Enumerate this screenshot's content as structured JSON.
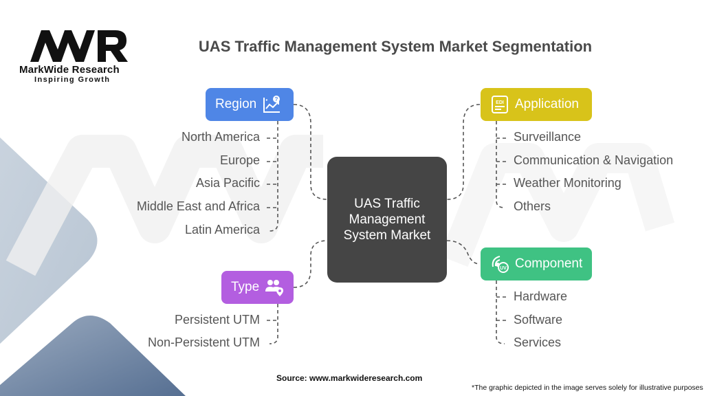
{
  "brand": {
    "logo_text": "MWR",
    "name": "MarkWide Research",
    "tagline": "Inspiring Growth"
  },
  "title": "UAS Traffic Management System Market Segmentation",
  "center": {
    "label": "UAS Traffic Management System Market"
  },
  "colors": {
    "region": "#4f86e6",
    "application": "#d8c31a",
    "type": "#b35ee0",
    "component": "#3fc283",
    "center": "#454545",
    "connector": "#555555"
  },
  "segments": {
    "region": {
      "label": "Region",
      "icon": "chart-question-icon",
      "items": [
        "North America",
        "Europe",
        "Asia Pacific",
        "Middle East and Africa",
        "Latin America"
      ]
    },
    "application": {
      "label": "Application",
      "icon": "edi-document-icon",
      "items": [
        "Surveillance",
        "Communication & Navigation",
        "Weather Monitoring",
        "Others"
      ]
    },
    "type": {
      "label": "Type",
      "icon": "users-location-icon",
      "items": [
        "Persistent UTM",
        "Non-Persistent UTM"
      ]
    },
    "component": {
      "label": "Component",
      "icon": "uv-signal-icon",
      "items": [
        "Hardware",
        "Software",
        "Services"
      ]
    }
  },
  "footer": {
    "source": "Source: www.markwideresearch.com",
    "note": "*The graphic depicted in the image serves solely for illustrative purposes"
  }
}
